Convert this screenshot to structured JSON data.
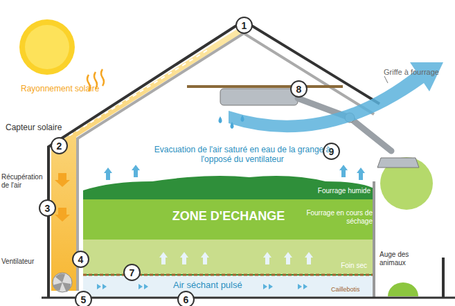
{
  "diagram": {
    "nodes": [
      {
        "text": [
          "1"
        ]
      },
      {
        "text": [
          "2"
        ]
      },
      {
        "text": [
          "3"
        ]
      },
      {
        "text": [
          "4"
        ]
      },
      {
        "text": [
          "5"
        ]
      },
      {
        "text": [
          "6"
        ]
      },
      {
        "text": [
          "7"
        ]
      },
      {
        "text": [
          "8"
        ]
      },
      {
        "text": [
          "9"
        ]
      },
      {
        "text": [
          "Fourrage humide"
        ]
      },
      {
        "text": [
          "ZONE D'ECHANGE",
          "Fourrage en cours de séchage"
        ]
      },
      {
        "text": [
          "Foin sec"
        ]
      }
    ],
    "labels": [
      "Rayonnement solaire",
      "Capteur solaire",
      "Griffe à fourrage",
      "Evacuation de l'air saturé en eau de la grange à l'opposé du ventilateur",
      "Récupération de l'air",
      "Ventilateur",
      "Air séchant pulsé",
      "Caillebotis",
      "Auge des animaux"
    ]
  }
}
